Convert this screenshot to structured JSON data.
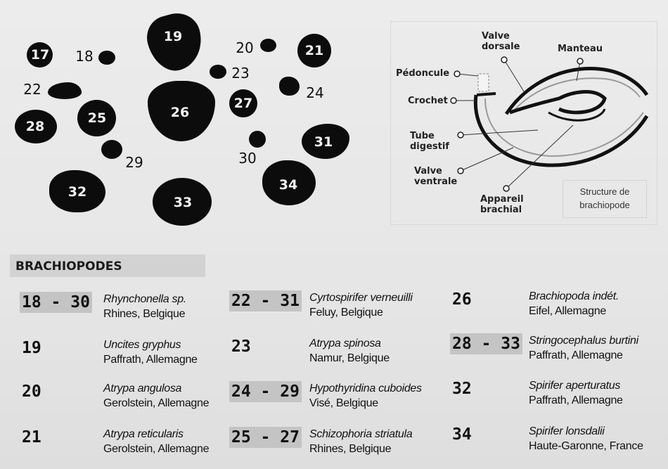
{
  "specimens": {
    "inside_labels": [
      "17",
      "19",
      "21",
      "25",
      "26",
      "27",
      "28",
      "31",
      "32",
      "33",
      "34"
    ],
    "outside_labels": [
      "18",
      "20",
      "22",
      "23",
      "24",
      "29",
      "30"
    ]
  },
  "diagram": {
    "labels": {
      "pedoncule": "Pédoncule",
      "crochet": "Crochet",
      "valve_dorsale": "Valve dorsale",
      "manteau": "Manteau",
      "tube_digestif": "Tube digestif",
      "valve_ventrale": "Valve ventrale",
      "appareil_brachial": "Appareil brachial"
    },
    "caption_line1": "Structure de",
    "caption_line2": "brachiopode"
  },
  "section_title": "BRACHIOPODES",
  "entries": [
    {
      "num": "18 - 30",
      "species": "Rhynchonella sp.",
      "location": "Rhines, Belgique"
    },
    {
      "num": "19",
      "species": "Uncites gryphus",
      "location": "Paffrath, Allemagne"
    },
    {
      "num": "20",
      "species": "Atrypa angulosa",
      "location": "Gerolstein, Allemagne"
    },
    {
      "num": "21",
      "species": "Atrypa reticularis",
      "location": "Gerolstein, Allemagne"
    },
    {
      "num": "22 - 31",
      "species": "Cyrtospirifer verneuilli",
      "location": "Feluy, Belgique"
    },
    {
      "num": "23",
      "species": "Atrypa spinosa",
      "location": "Namur, Belgique"
    },
    {
      "num": "24 - 29",
      "species": "Hypothyridina cuboides",
      "location": "Visé, Belgique"
    },
    {
      "num": "25 - 27",
      "species": "Schizophoria striatula",
      "location": "Rhines, Belgique"
    },
    {
      "num": "26",
      "species": "Brachiopoda indét.",
      "location": "Eifel, Allemagne"
    },
    {
      "num": "28 - 33",
      "species": "Stringocephalus burtini",
      "location": "Paffrath, Allemagne"
    },
    {
      "num": "32",
      "species": "Spirifer aperturatus",
      "location": "Paffrath, Allemagne"
    },
    {
      "num": "34",
      "species": "Spirifer lonsdalii",
      "location": "Haute-Garonne, France"
    }
  ]
}
